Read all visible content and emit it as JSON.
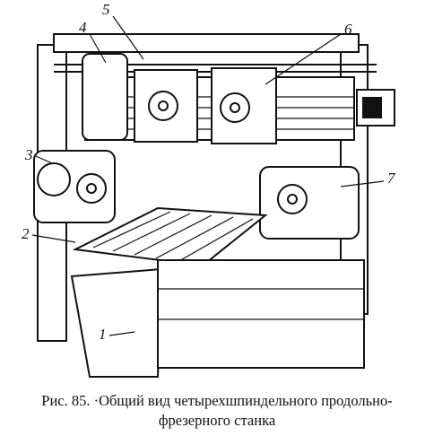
{
  "figure": {
    "callouts": [
      "1",
      "2",
      "3",
      "4",
      "5",
      "6",
      "7"
    ]
  },
  "caption": {
    "line1": "Рис. 85. ·Общий  вид четырехшпиндельного продольно-",
    "line2": "фрезерного станка"
  }
}
